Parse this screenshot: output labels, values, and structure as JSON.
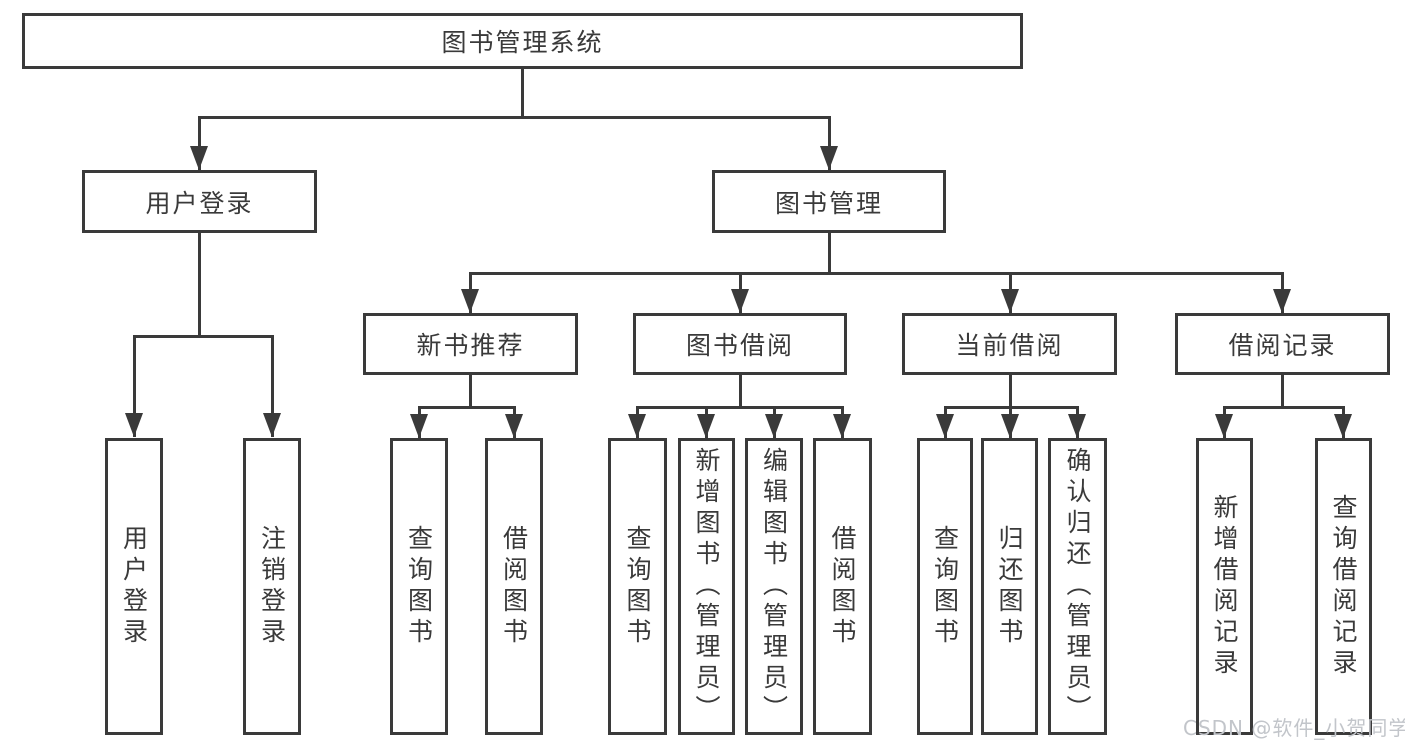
{
  "diagram": {
    "root": {
      "label": "图书管理系统"
    },
    "level2": {
      "user_login": "用户登录",
      "book_management": "图书管理"
    },
    "level3": {
      "new_book_recommend": "新书推荐",
      "book_borrow": "图书借阅",
      "current_borrow": "当前借阅",
      "borrow_record": "借阅记录"
    },
    "leaves": {
      "user_login": "用户登录",
      "logout": "注销登录",
      "recommend_query_book": "查询图书",
      "recommend_borrow_book": "借阅图书",
      "borrow_query_book": "查询图书",
      "borrow_add_book": "新增图书（管理员）",
      "borrow_edit_book": "编辑图书（管理员）",
      "borrow_borrow_book": "借阅图书",
      "current_query_book": "查询图书",
      "current_return_book": "归还图书",
      "current_confirm_return": "确认归还（管理员）",
      "record_add": "新增借阅记录",
      "record_query": "查询借阅记录"
    }
  },
  "watermark": "CSDN @软件_小贺同学",
  "colors": {
    "line": "#3a3a3a",
    "text": "#3a3a3a",
    "watermark": "#c2c5ca",
    "background": "#ffffff"
  }
}
